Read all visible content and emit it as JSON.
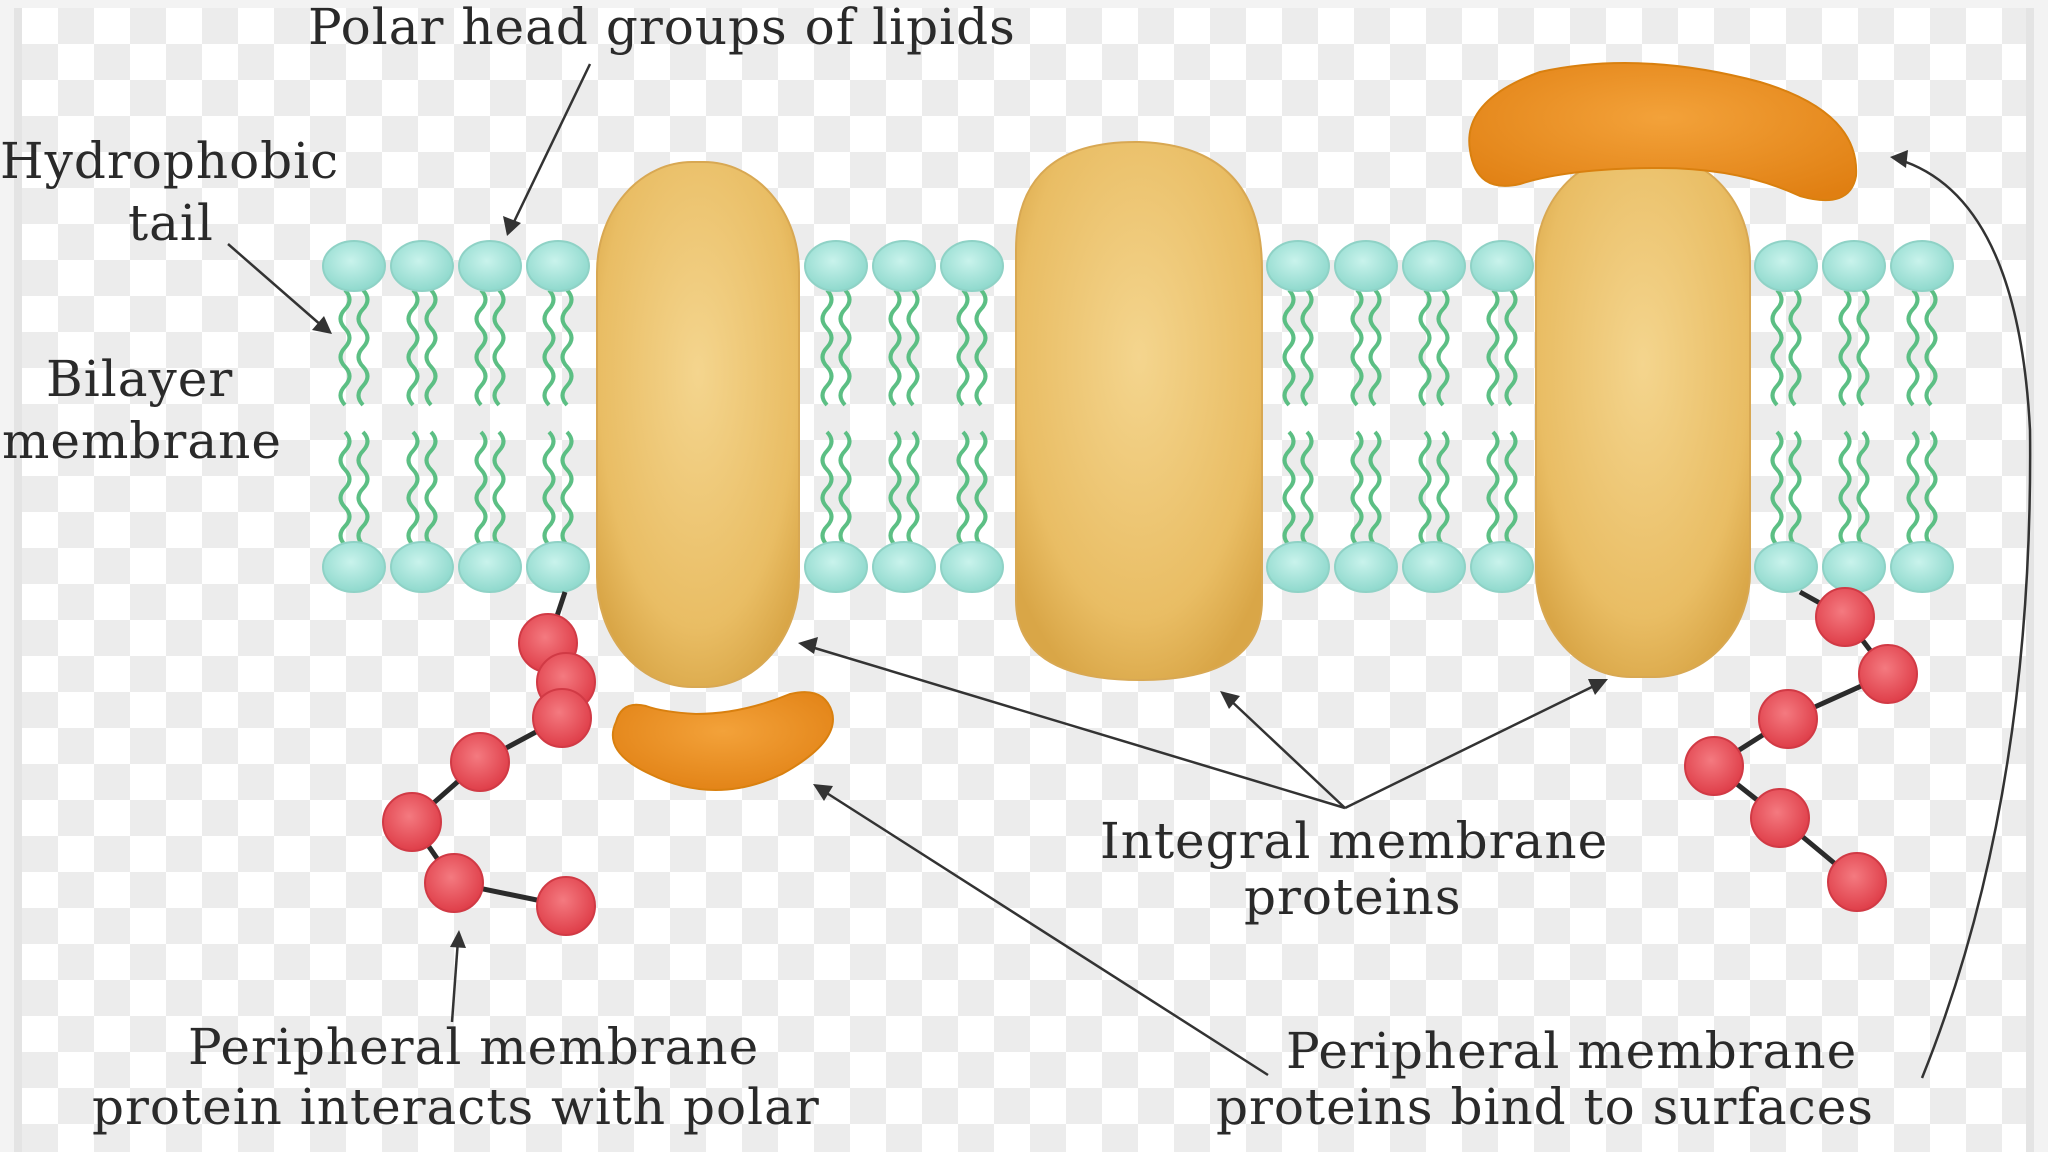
{
  "labels": {
    "polar_heads": "Polar head groups of lipids",
    "hydrophobic_line1": "Hydrophobic",
    "hydrophobic_line2": "tail",
    "bilayer_line1": "Bilayer",
    "bilayer_line2": "membrane",
    "integral_line1": "Integral membrane",
    "integral_line2": "proteins",
    "peripheral_left_line1": "Peripheral membrane",
    "peripheral_left_line2": "protein interacts with polar",
    "peripheral_right_line1": "Peripheral membrane",
    "peripheral_right_line2": "proteins bind to surfaces"
  },
  "colors": {
    "lipid_head": "#a8e6dc",
    "lipid_tail": "#5cbf84",
    "integral_protein": "#e9bd64",
    "peripheral_protein": "#e8901a",
    "peptide_bead": "#e8454f",
    "peptide_chain": "#2b2b2b"
  }
}
